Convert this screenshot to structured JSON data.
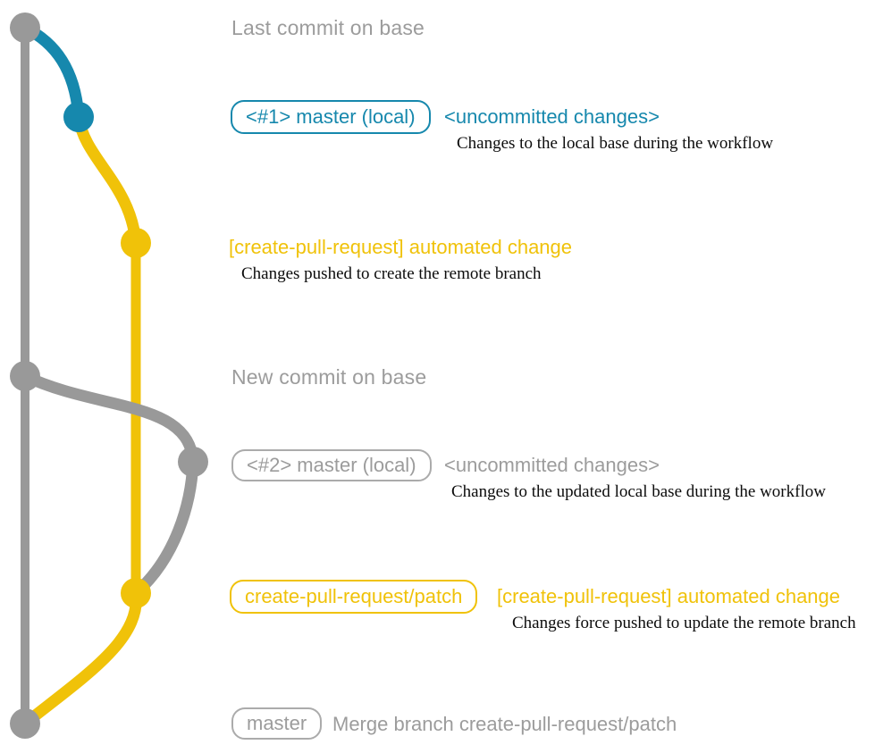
{
  "colors": {
    "gray": "#999999",
    "gray_text": "#9c9c9c",
    "gray_border": "#ababab",
    "teal": "#1688ad",
    "yellow": "#f0c209",
    "caption": "#0c0c0c"
  },
  "graph": {
    "type": "git-commit-graph",
    "branch_lanes": [
      {
        "name": "base",
        "color": "#999999"
      },
      {
        "name": "master (local)",
        "color": "#1688ad / #999999"
      },
      {
        "name": "create-pull-request/patch",
        "color": "#f0c209"
      }
    ],
    "nodes": [
      {
        "order": 1,
        "color": "gray",
        "label": "Last commit on base"
      },
      {
        "order": 2,
        "color": "teal",
        "label": "<#1> master (local) — uncommitted changes"
      },
      {
        "order": 3,
        "color": "yellow",
        "label": "[create-pull-request] automated change"
      },
      {
        "order": 4,
        "color": "gray",
        "label": "New commit on base"
      },
      {
        "order": 5,
        "color": "gray",
        "label": "<#2> master (local) — uncommitted changes"
      },
      {
        "order": 6,
        "color": "yellow",
        "label": "[create-pull-request] automated change (force pushed)"
      },
      {
        "order": 7,
        "color": "gray",
        "label": "Merge branch create-pull-request/patch"
      }
    ]
  },
  "rows": {
    "r1": {
      "label": "Last commit on base"
    },
    "r2": {
      "badge": "<#1> master (local)",
      "title": "<uncommitted changes>",
      "caption": "Changes to the local base during the workflow"
    },
    "r3": {
      "title": "[create-pull-request] automated change",
      "caption": "Changes pushed to create the remote branch"
    },
    "r4": {
      "label": "New commit on base"
    },
    "r5": {
      "badge": "<#2> master (local)",
      "title": "<uncommitted changes>",
      "caption": "Changes to the updated local base during the workflow"
    },
    "r6": {
      "badge": "create-pull-request/patch",
      "title": "[create-pull-request] automated change",
      "caption": "Changes force pushed to update the remote branch"
    },
    "r7": {
      "badge": "master",
      "title": "Merge branch create-pull-request/patch"
    }
  }
}
